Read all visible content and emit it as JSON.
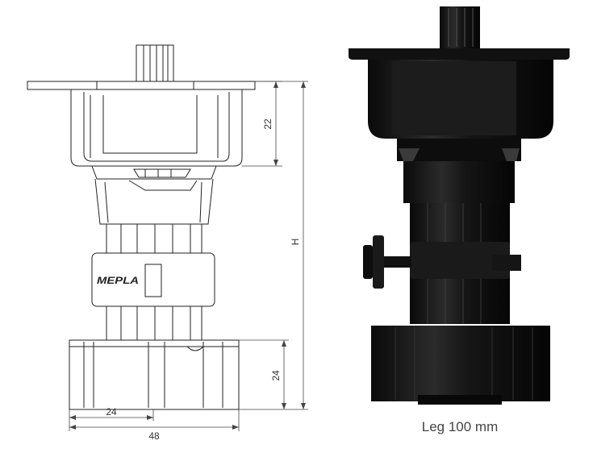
{
  "figure": {
    "logo_text": "MEPLA",
    "dimensions": {
      "top_height": "22",
      "total_height": "H",
      "base_height": "24",
      "half_width": "24",
      "full_width": "48"
    },
    "caption": "Leg 100 mm"
  }
}
